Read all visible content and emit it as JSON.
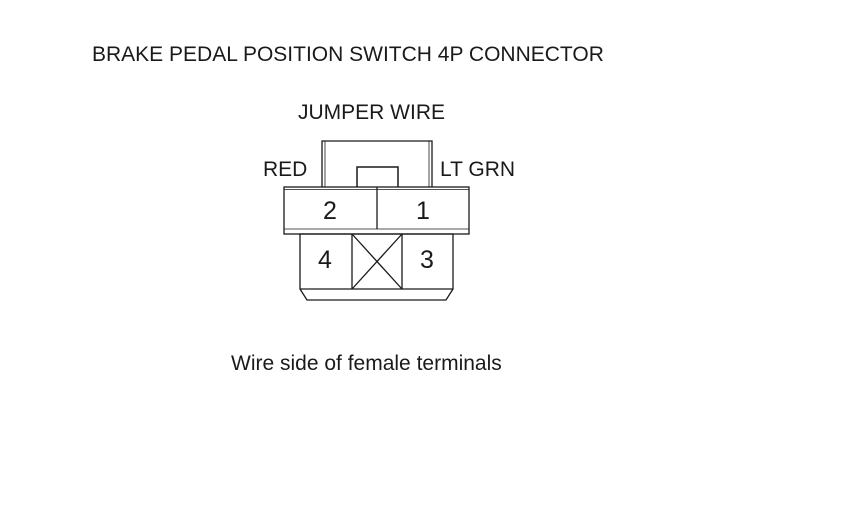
{
  "title": "BRAKE PEDAL POSITION SWITCH 4P CONNECTOR",
  "jumper_label": "JUMPER WIRE",
  "wire_colors": {
    "left": "RED",
    "right": "LT GRN"
  },
  "terminals": {
    "top_left": "2",
    "top_right": "1",
    "bottom_left": "4",
    "bottom_right": "3"
  },
  "caption": "Wire side of female terminals",
  "colors": {
    "line": "#1a1a1a",
    "background": "#ffffff"
  }
}
